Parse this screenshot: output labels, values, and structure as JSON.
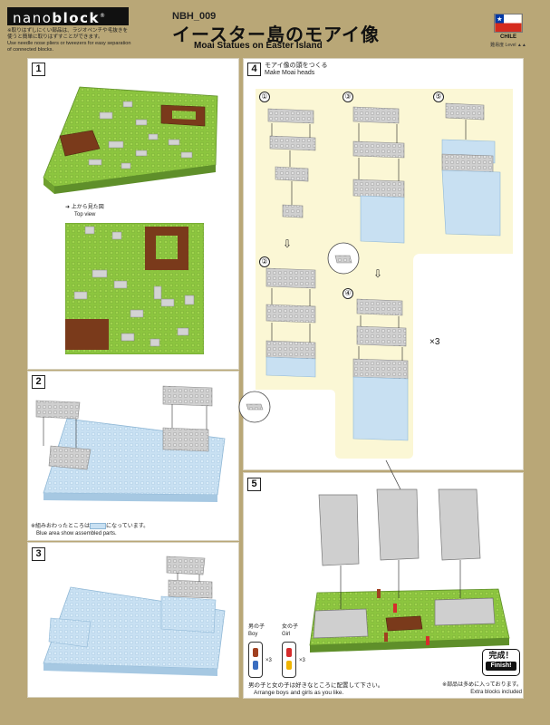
{
  "brand": {
    "name_light": "nano",
    "name_bold": "block",
    "mark": "®"
  },
  "header": {
    "notes": [
      "※取りはずしにくい部品は、ラジオペンチや毛抜きを",
      "使うと簡単に取りはずすことができます。",
      "Use needle nose pliers or tweezers for easy separation",
      "of connected blocks."
    ],
    "model_no": "NBH_009",
    "title_jp": "イースター島のモアイ像",
    "title_en": "Moai Statues on Easter Island",
    "country": "CHILE",
    "level_label": "難易度 Level"
  },
  "colors": {
    "page_bg": "#b9a777",
    "bright_green": "#8cc53f",
    "dark_brown": "#7a3a1b",
    "light_gray": "#c9c9c9",
    "light_blue": "#c8e0f2",
    "beige_panel": "#fbf7d5"
  },
  "steps": {
    "s1": {
      "number": "1",
      "top_view_jp": "上から見た図",
      "top_view_en": "Top view"
    },
    "s2": {
      "number": "2",
      "note_jp_a": "※組みおわったところは",
      "note_jp_b": "になっています。",
      "note_en": "Blue area show assembled parts."
    },
    "s3": {
      "number": "3"
    },
    "s4": {
      "number": "4",
      "title_jp": "モアイ像の頭をつくる",
      "title_en": "Make Moai heads",
      "sub": [
        "①",
        "②",
        "③",
        "④",
        "⑤"
      ],
      "multiplier": "×3"
    },
    "s5": {
      "number": "5",
      "boy_jp": "男の子",
      "boy_en": "Boy",
      "girl_jp": "女の子",
      "girl_en": "Girl",
      "multiplier_boy": "×3",
      "multiplier_girl": "×3",
      "arrange_jp": "男の子と女の子は好きなところに配置して下さい。",
      "arrange_en": "Arrange boys and girls as you like.",
      "extra_jp": "※部品は多めに入っております。",
      "extra_en": "Extra blocks included",
      "finish_jp": "完成！",
      "finish_en": "Finish!"
    }
  }
}
